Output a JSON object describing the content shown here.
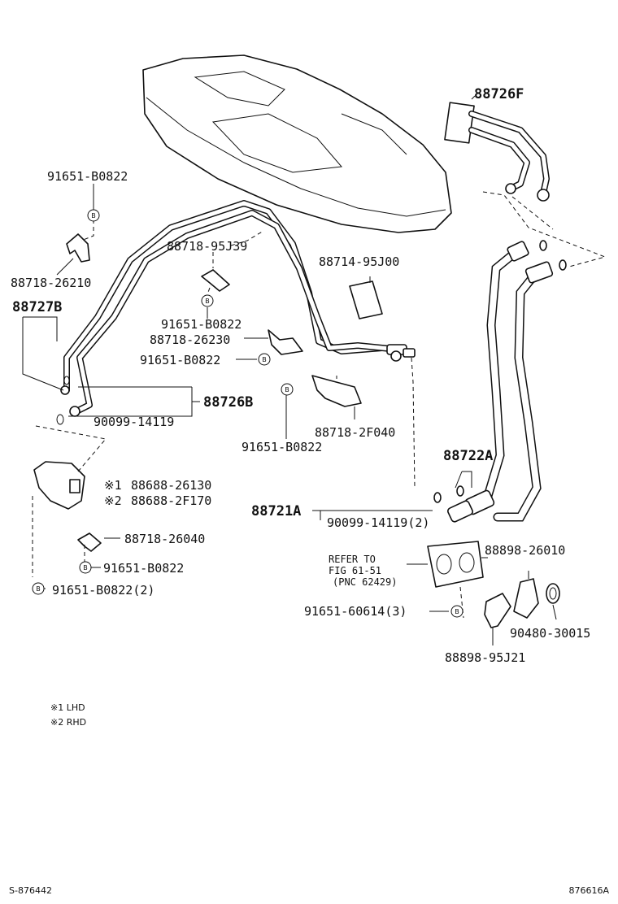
{
  "callouts": {
    "c1": "91651-B0822",
    "c2": "88718-26210",
    "c3": "88727B",
    "c4": "88718-95J39",
    "c5": "88714-95J00",
    "c6": "91651-B0822",
    "c7": "88718-26230",
    "c8": "91651-B0822",
    "c9": "88726B",
    "c10": "90099-14119",
    "c11": "88718-2F040",
    "c12": "91651-B0822",
    "c13": "88726F",
    "c14": "88722A",
    "c15": "88721A",
    "c16": "90099-14119(2)",
    "c17": "88688-26130",
    "c18": "88688-2F170",
    "c19": "88718-26040",
    "c20": "91651-B0822",
    "c21": "91651-B0822(2)",
    "c22": "88898-26010",
    "c23": "91651-60614(3)",
    "c24": "90480-30015",
    "c25": "88898-95J21"
  },
  "variant_marks": {
    "m1": "※1",
    "m2": "※2"
  },
  "reference": {
    "line1": "REFER TO",
    "line2": "FIG 61-51",
    "line3": "(PNC 62429)"
  },
  "notes": {
    "n1": "※1 LHD",
    "n2": "※2 RHD"
  },
  "footer": {
    "left": "S-876442",
    "right": "876616A"
  },
  "bolt_mark": "B",
  "icons": [
    "bolt-icon",
    "clamp-icon",
    "bracket-icon",
    "pipe-icon",
    "hose-icon",
    "oring-icon",
    "flange-icon",
    "gasket-icon",
    "seal-icon"
  ]
}
